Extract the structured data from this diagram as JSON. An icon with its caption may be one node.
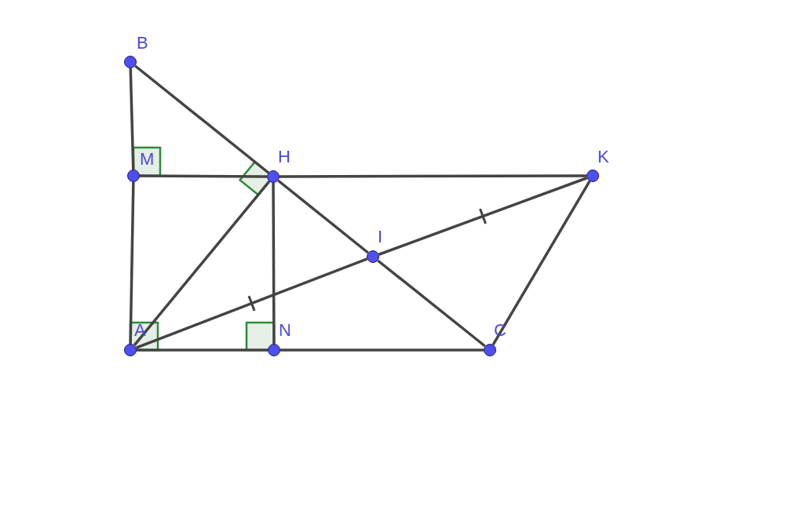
{
  "diagram": {
    "nodes": [
      {
        "text": [],
        "shape": "circle",
        "beside": [
          "B"
        ]
      },
      {
        "text": [],
        "shape": "circle",
        "beside": [
          "M"
        ]
      },
      {
        "text": [],
        "shape": "circle",
        "beside": [
          "H"
        ]
      },
      {
        "text": [],
        "shape": "circle",
        "beside": [
          "K"
        ]
      },
      {
        "text": [],
        "shape": "circle",
        "beside": [
          "I"
        ]
      },
      {
        "text": [],
        "shape": "circle",
        "beside": [
          "A"
        ]
      },
      {
        "text": [],
        "shape": "circle",
        "beside": [
          "N"
        ]
      },
      {
        "text": [],
        "shape": "circle",
        "beside": [
          "C"
        ]
      }
    ],
    "edges": [
      {
        "from": 0,
        "to": 1,
        "arrow": "none"
      },
      {
        "from": 1,
        "to": 5,
        "arrow": "none"
      },
      {
        "from": 0,
        "to": 2,
        "arrow": "none"
      },
      {
        "from": 2,
        "to": 4,
        "arrow": "none"
      },
      {
        "from": 4,
        "to": 7,
        "arrow": "none"
      },
      {
        "from": 1,
        "to": 2,
        "arrow": "none"
      },
      {
        "from": 2,
        "to": 3,
        "arrow": "none"
      },
      {
        "from": 3,
        "to": 7,
        "arrow": "none"
      },
      {
        "from": 5,
        "to": 4,
        "arrow": "none"
      },
      {
        "from": 4,
        "to": 3,
        "arrow": "none"
      },
      {
        "from": 5,
        "to": 2,
        "arrow": "none"
      },
      {
        "from": 2,
        "to": 6,
        "arrow": "none"
      },
      {
        "from": 5,
        "to": 6,
        "arrow": "none"
      },
      {
        "from": 6,
        "to": 7,
        "arrow": "none"
      }
    ]
  }
}
